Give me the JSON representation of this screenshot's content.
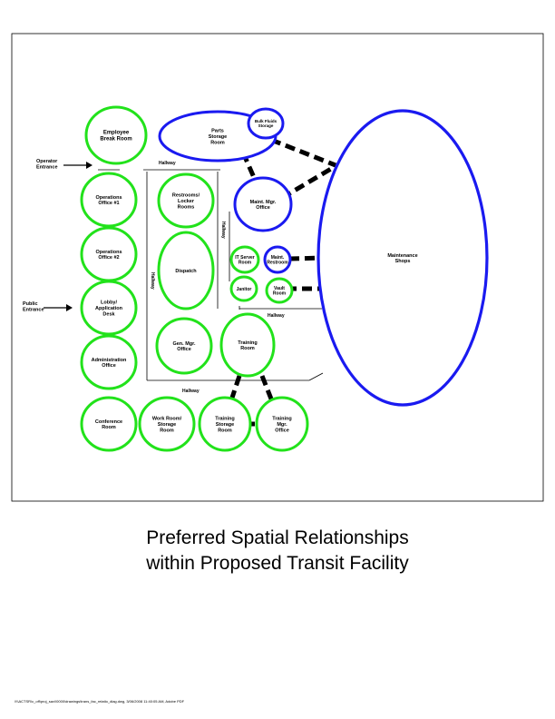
{
  "colors": {
    "green": "#22e21b",
    "blue": "#1a1af0",
    "line": "#000000",
    "frame": "#000000"
  },
  "rooms": [
    {
      "key": "employee_break",
      "text": "Employee\nBreak Room",
      "color": "green"
    },
    {
      "key": "parts_storage",
      "text": "Parts\nStorage\nRoom",
      "color": "blue"
    },
    {
      "key": "bulk_fluid",
      "text": "Bulk Fluids\nStorage",
      "color": "blue"
    },
    {
      "key": "ops1",
      "text": "Operations\nOffice #1",
      "color": "green"
    },
    {
      "key": "restrooms",
      "text": "Restrooms/\nLocker\nRooms",
      "color": "green"
    },
    {
      "key": "maint_mgr",
      "text": "Maint. Mgr.\nOffice",
      "color": "blue"
    },
    {
      "key": "maintenance_shops",
      "text": "Maintenance\nShops",
      "color": "blue"
    },
    {
      "key": "ops2",
      "text": "Operations\nOffice #2",
      "color": "green"
    },
    {
      "key": "dispatch",
      "text": "Dispatch",
      "color": "green"
    },
    {
      "key": "it_server",
      "text": "IT Server\nRoom",
      "color": "green"
    },
    {
      "key": "maint_restroom",
      "text": "Maint.\nRestroom",
      "color": "blue"
    },
    {
      "key": "lobby",
      "text": "Lobby/\nApplication\nDesk",
      "color": "green"
    },
    {
      "key": "janitor",
      "text": "Janitor",
      "color": "green"
    },
    {
      "key": "vault",
      "text": "Vault\nRoom",
      "color": "green"
    },
    {
      "key": "admin",
      "text": "Administration\nOffice",
      "color": "green"
    },
    {
      "key": "gen_mgr",
      "text": "Gen. Mgr.\nOffice",
      "color": "green"
    },
    {
      "key": "training_room",
      "text": "Training\nRoom",
      "color": "green"
    },
    {
      "key": "conference",
      "text": "Conference\nRoom",
      "color": "green"
    },
    {
      "key": "work_room",
      "text": "Work Room/\nStorage\nRoom",
      "color": "green"
    },
    {
      "key": "training_storage",
      "text": "Training\nStorage\nRoom",
      "color": "green"
    },
    {
      "key": "training_mgr",
      "text": "Training\nMgr.\nOffice",
      "color": "green"
    }
  ],
  "labels": {
    "operator_entrance": "Operator\nEntrance",
    "public_entrance": "Public\nEntrance",
    "hallway": "Hallway"
  },
  "title_line1": "Preferred Spatial Relationships",
  "title_line2": "within Proposed Transit Facility",
  "footer": "\\\\\\\\ACTSR\\c_off\\proj_sav\\\\0000\\drawings\\trans_fac_relatio_diag.dwg, 3/06/2008 11:40:05 AM, Adobe PDF"
}
